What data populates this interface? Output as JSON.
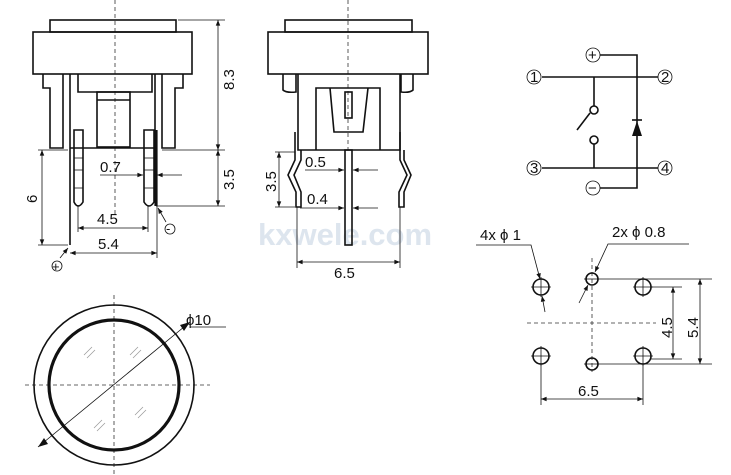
{
  "watermark": "kxwele.com",
  "side_view": {
    "dim_height": "8.3",
    "dim_pin_length": "3.5",
    "dim_total_pin": "6",
    "dim_pin_width": "0.7",
    "dim_pin_inner": "4.5",
    "dim_pin_outer": "5.4",
    "plus_mark": "+",
    "minus_mark": "-"
  },
  "front_view": {
    "dim_pin_length": "3.5",
    "dim_lead_width_top": "0.5",
    "dim_lead_width_bottom": "0.4",
    "dim_width": "6.5"
  },
  "top_view": {
    "dim_diameter": "ϕ10"
  },
  "schematic": {
    "pins": [
      "1",
      "2",
      "3",
      "4"
    ],
    "plus": "+",
    "minus": "−"
  },
  "footprint": {
    "large_holes": "4x ϕ 1",
    "small_holes": "2x ϕ 0.8",
    "dim_inner": "4.5",
    "dim_outer": "5.4",
    "dim_width": "6.5"
  }
}
